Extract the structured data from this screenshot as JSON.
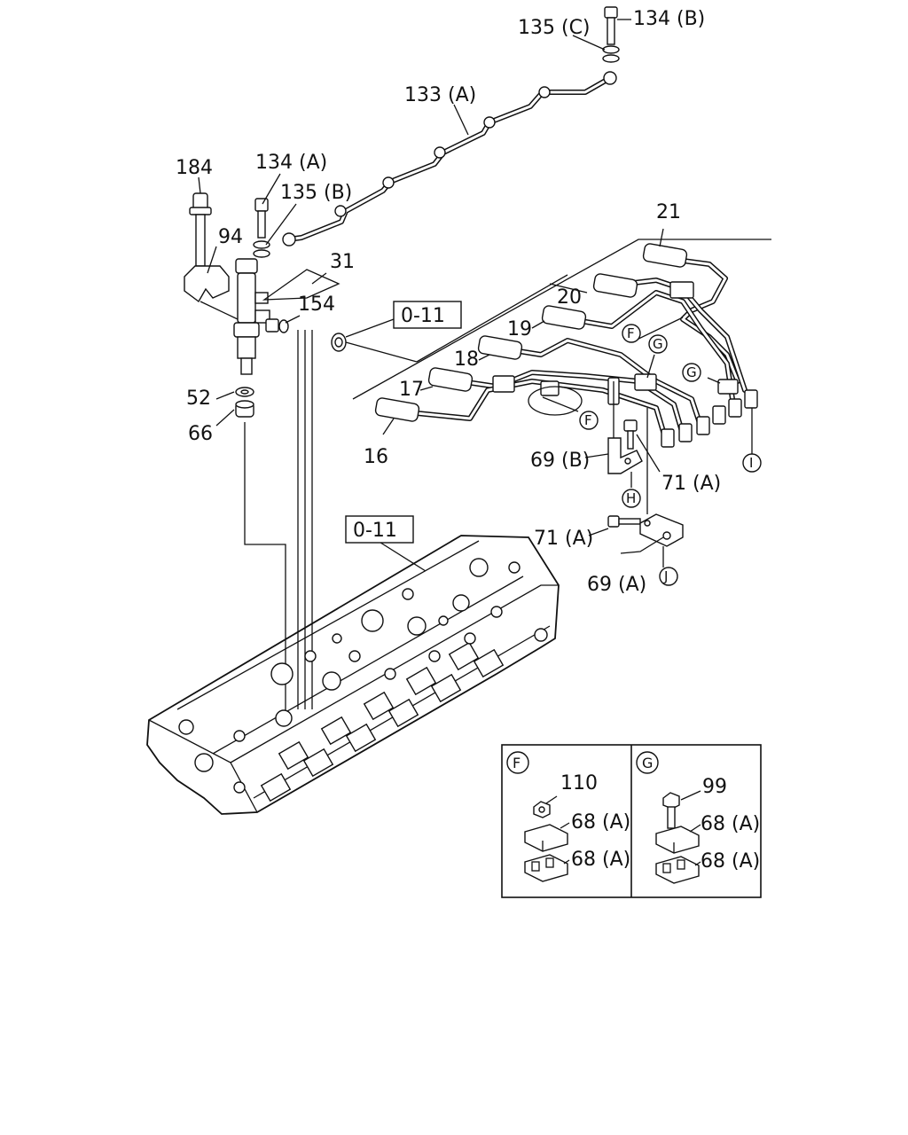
{
  "labels": {
    "p184": "184",
    "p94": "94",
    "p134a": "134 (A)",
    "p135b": "135 (B)",
    "p133a": "133 (A)",
    "p135c": "135 (C)",
    "p134b": "134 (B)",
    "p31": "31",
    "p154": "154",
    "ref_top": "0-11",
    "ref_head": "0-11",
    "p52": "52",
    "p66": "66",
    "p21": "21",
    "p20": "20",
    "p19": "19",
    "p18": "18",
    "p17": "17",
    "p16": "16",
    "p69b": "69 (B)",
    "p71a_1": "71 (A)",
    "p71a_2": "71 (A)",
    "p69a": "69 (A)",
    "c_f1": "F",
    "c_f2": "F",
    "c_g1": "G",
    "c_g2": "G",
    "c_h": "H",
    "c_i": "I",
    "c_j": "J"
  },
  "detail_f": {
    "letter": "F",
    "p110": "110",
    "p68a_top": "68 (A)",
    "p68a_bot": "68 (A)"
  },
  "detail_g": {
    "letter": "G",
    "p99": "99",
    "p68a_top": "68 (A)",
    "p68a_bot": "68 (A)"
  }
}
